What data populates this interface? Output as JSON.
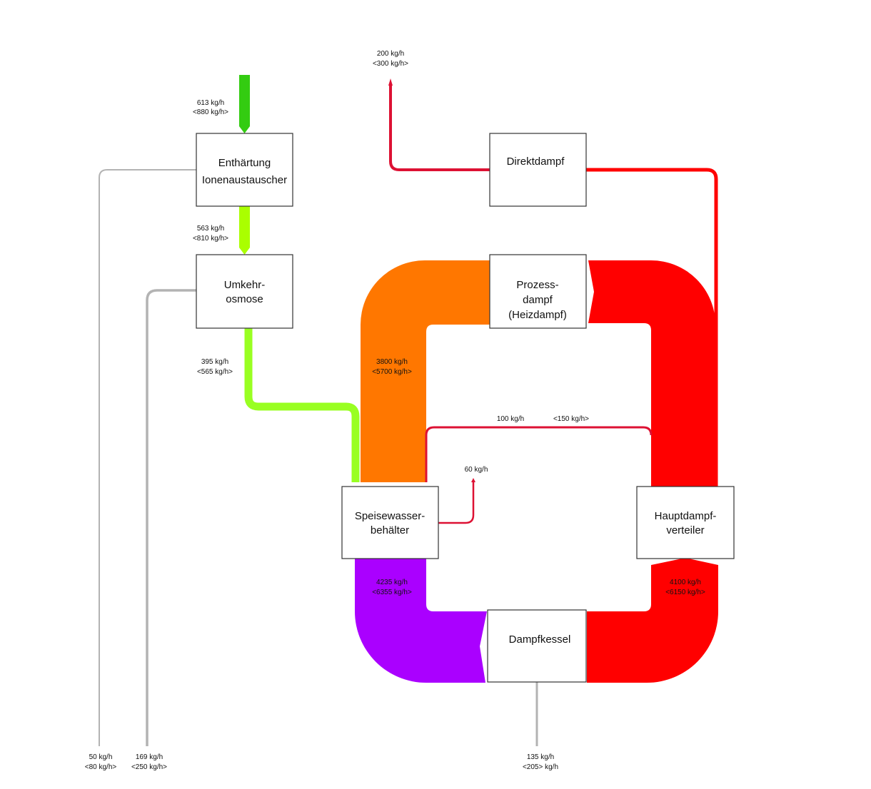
{
  "colors": {
    "fresh_water": "#33cc11",
    "softened_water": "#aaff00",
    "feed_water": "#99ff22",
    "process_steam": "#ff7700",
    "steam": "#ff0000",
    "direct_steam": "#dd1133",
    "boiler_feed": "#aa00ff",
    "losses": "#b3b3b3"
  },
  "nodes": {
    "enthaertung": [
      "Enthärtung",
      "Ionenaustauscher"
    ],
    "umkehrosmose": [
      "Umkehr-",
      "osmose"
    ],
    "speisewasser": [
      "Speisewasser-",
      "behälter"
    ],
    "direktdampf": [
      "Direktdampf"
    ],
    "prozessdampf": [
      "Prozess-",
      "dampf",
      "(Heizdampf)"
    ],
    "hauptdampf": [
      "Hauptdampf-",
      "verteiler"
    ],
    "dampfkessel": [
      "Dampfkessel"
    ]
  },
  "flows": {
    "inflow_water": [
      "613 kg/h",
      "<880 kg/h>"
    ],
    "softened": [
      "563 kg/h",
      "<810 kg/h>"
    ],
    "ro_permeate": [
      "395 kg/h",
      "<565 kg/h>"
    ],
    "direct_in": [
      "200 kg/h",
      "<300 kg/h>"
    ],
    "process_return": [
      "3800 kg/h",
      "<5700 kg/h>"
    ],
    "cross_steam": [
      "100 kg/h",
      "<150 kg/h>"
    ],
    "vent": [
      "60 kg/h"
    ],
    "feed_to_boiler": [
      "4235 kg/h",
      "<6355 kg/h>"
    ],
    "boiler_steam": [
      "4100 kg/h",
      "<6150 kg/h>"
    ],
    "loss_softener": [
      "50 kg/h",
      "<80 kg/h>"
    ],
    "loss_ro": [
      "169 kg/h",
      "<250 kg/h>"
    ],
    "loss_boiler": [
      "135 kg/h",
      "<205> kg/h"
    ]
  }
}
